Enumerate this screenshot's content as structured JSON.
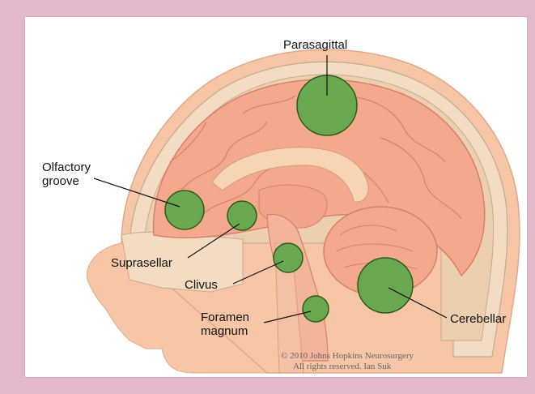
{
  "labels": {
    "parasagittal": "Parasagittal",
    "olfactory_line1": "Olfactory",
    "olfactory_line2": "groove",
    "suprasellar": "Suprasellar",
    "clivus": "Clivus",
    "foramen_line1": "Foramen",
    "foramen_line2": "magnum",
    "cerebellar": "Cerebellar"
  },
  "copyright": {
    "line1": "© 2010 Johns Hopkins Neurosurgery",
    "line2": "All rights reserved. Ian Suk"
  },
  "colors": {
    "frame": "#e3b8c9",
    "tumor": "#6aa84f",
    "brain": "#f4a98f",
    "skin": "#f6c6a6"
  }
}
